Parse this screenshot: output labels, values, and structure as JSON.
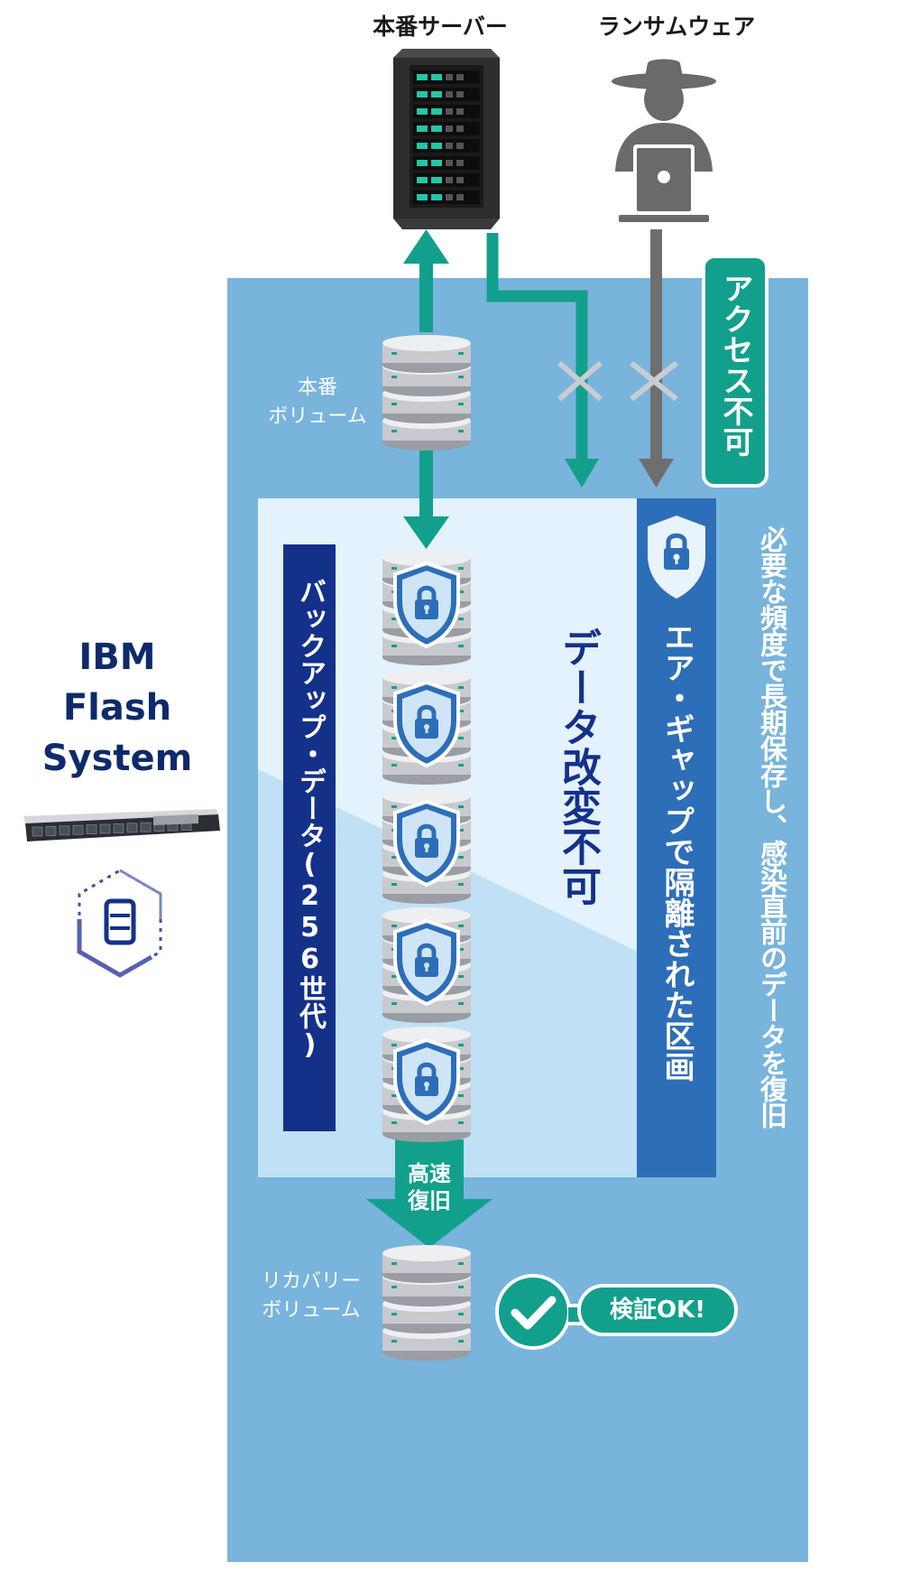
{
  "top": {
    "server_label": "本番サーバー",
    "ransom_label": "ランサムウェア"
  },
  "volumes": {
    "production_label": [
      "本番",
      "ボリューム"
    ],
    "recovery_label": [
      "リカバリー",
      "ボリューム"
    ]
  },
  "zone": {
    "backup_data_label": "バックアップ・データ(256世代)",
    "tamper_label": "データ改変不可",
    "airgap_label": "エア・ギャップで隔離された区画",
    "access_denied_label": "アクセス不可",
    "retention_label": "必要な頻度で長期保存し、感染直前のデータを復旧",
    "fast_recovery_label": [
      "高速",
      "復旧"
    ],
    "verify_label": "検証OK!"
  },
  "product": {
    "name_lines": [
      "IBM",
      "Flash",
      "System"
    ]
  },
  "colors": {
    "outer_panel": "#78b4dc",
    "inner_panel": "#d6ecf8",
    "navy": "#14318a",
    "blue_band": "#2d6eb8",
    "teal": "#12a08c",
    "gray_arrow": "#6e6e6e"
  }
}
